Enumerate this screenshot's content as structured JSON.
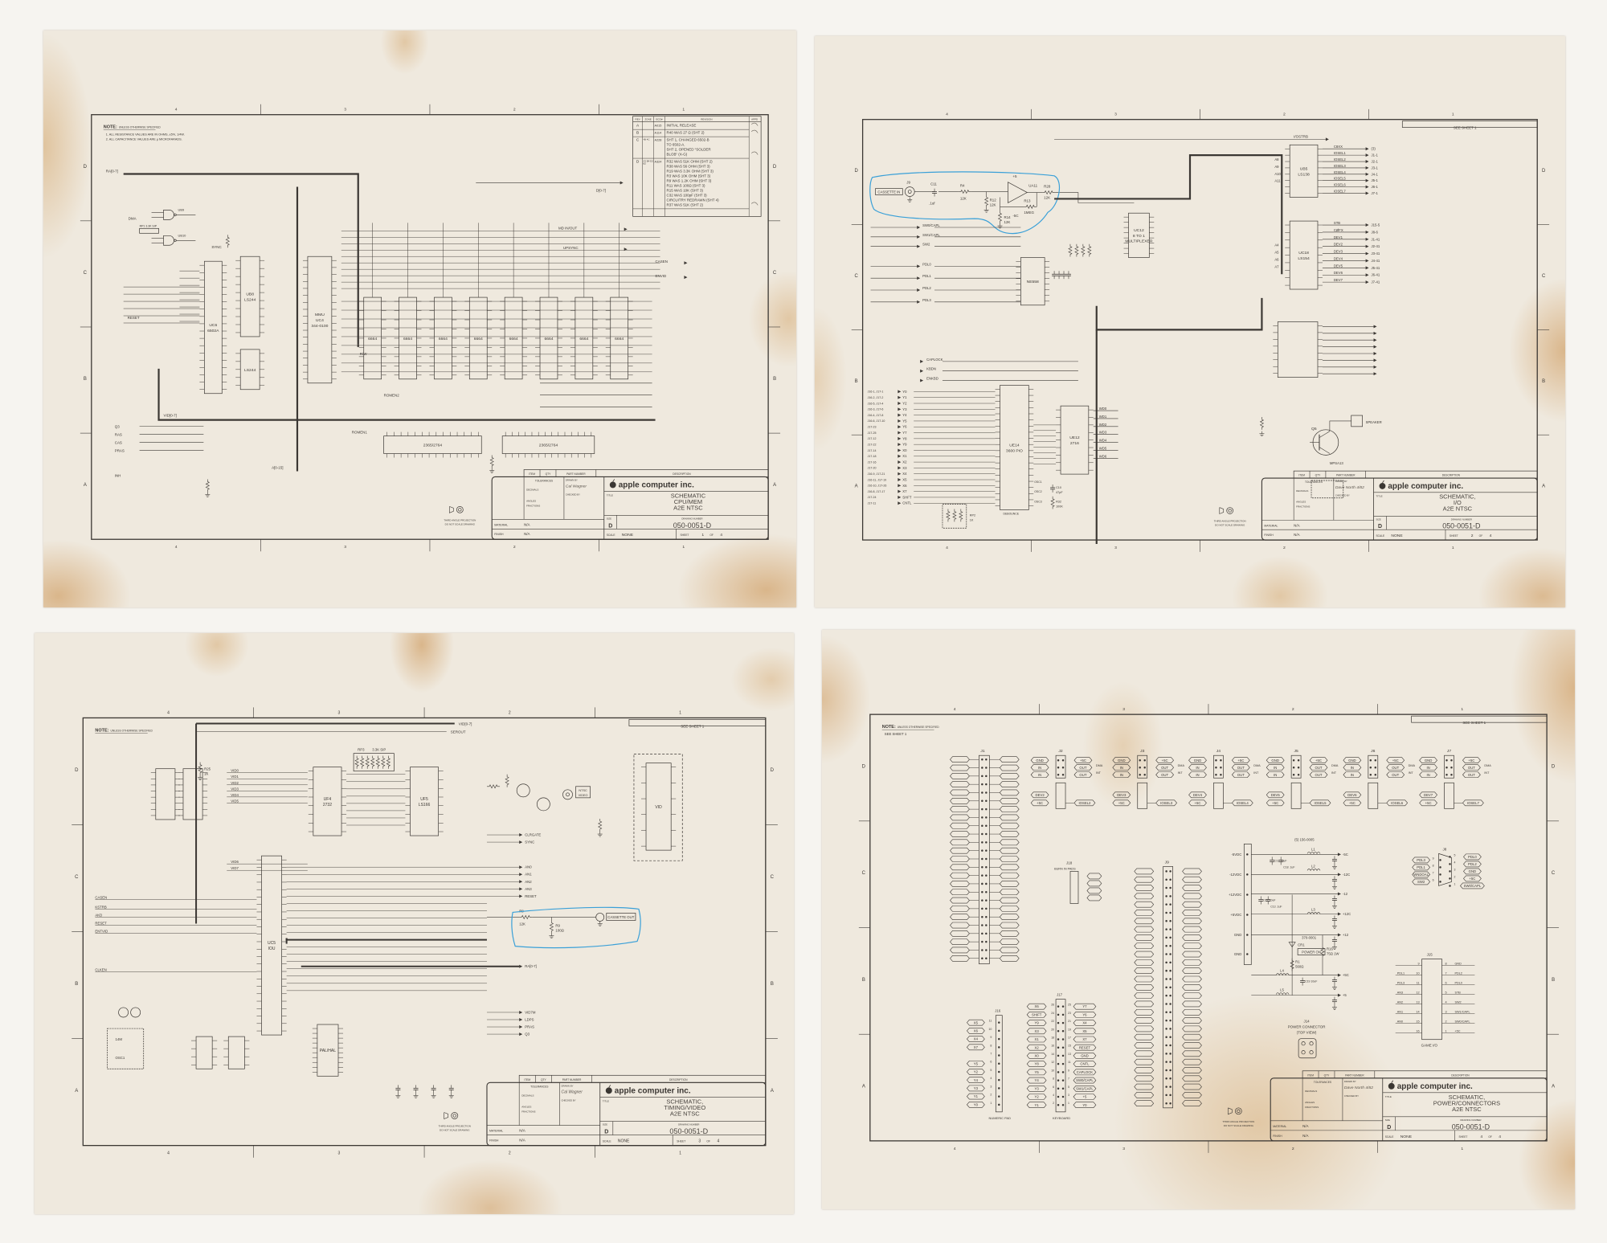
{
  "sheet_frame": {
    "zones": [
      "4",
      "3",
      "2",
      "1"
    ],
    "rows": [
      "D",
      "C",
      "B",
      "A"
    ]
  },
  "title_block": {
    "item": "ITEM",
    "qty": "QTY",
    "part_number": "PART NUMBER",
    "description": "DESCRIPTION",
    "tolerances": "TOLERANCES",
    "decimals": "DECIMALS",
    "angles": "ANGLES",
    "fractions": "FRACTIONS",
    "drawn_by": "DRAWN BY",
    "checked_by": "CHECKED BY",
    "material": "MATERIAL",
    "finish": "FINISH",
    "title": "TITLE",
    "size": "SIZE",
    "drawing_number": "DRAWING NUMBER",
    "scale": "SCALE",
    "sheet": "SHEET",
    "of": "OF",
    "company": "apple computer inc.",
    "third_angle": "THIRD ANGLE PROJECTION",
    "do_not_scale": "DO NOT SCALE DRAWING"
  },
  "sheets": [
    {
      "title_lines": [
        "SCHEMATIC",
        "CPU/MEM",
        "A2E NTSC"
      ],
      "drawing_number": "050-0051-D",
      "size": "D",
      "scale": "NONE",
      "sheet_no": "1",
      "sheet_of": "4",
      "material": "N/A",
      "finish": "N/A",
      "drawn_by": "Cal Wagner"
    },
    {
      "title_lines": [
        "SCHEMATIC,",
        "I/O",
        "A2E NTSC"
      ],
      "drawing_number": "050-0051-D",
      "size": "D",
      "scale": "NONE",
      "sheet_no": "2",
      "sheet_of": "4",
      "material": "N/A",
      "finish": "N/A",
      "drawn_by": "Dave North 4/82"
    },
    {
      "title_lines": [
        "SCHEMATIC,",
        "TIMING/VIDEO",
        "A2E NTSC"
      ],
      "drawing_number": "050-0051-D",
      "size": "D",
      "scale": "NONE",
      "sheet_no": "3",
      "sheet_of": "4",
      "material": "N/A",
      "finish": "N/A",
      "drawn_by": "Cal Wagner"
    },
    {
      "title_lines": [
        "SCHEMATIC,",
        "POWER/CONNECTORS",
        "A2E NTSC"
      ],
      "drawing_number": "050-0051-D",
      "size": "D",
      "scale": "NONE",
      "sheet_no": "4",
      "sheet_of": "4",
      "material": "N/A",
      "finish": "N/A",
      "drawn_by": "Dave North 4/82"
    }
  ],
  "notes": {
    "heading": "NOTE:",
    "qualifier": "UNLESS OTHERWISE SPECIFIED",
    "see_sheet": "SEE SHEET 1"
  },
  "sheet1": {
    "notes": [
      "1.  ALL RESISTANCE VALUES ARE IN OHMS, ±5%, 1/4W.",
      "2.  ALL CAPACITANCE VALUES ARE µ MICROFARADS."
    ],
    "revision_headers": [
      "REV",
      "ZONE",
      "ECO#",
      "REVISION",
      "APPD"
    ],
    "revisions": [
      {
        "rev": "A",
        "zone": "",
        "eco": "A015",
        "lines": [
          "INITIAL RELEASE"
        ]
      },
      {
        "rev": "B",
        "zone": "",
        "eco": "A114",
        "lines": [
          "R40 WAS 27 Ω (SHT 2)"
        ]
      },
      {
        "rev": "C",
        "zone": "4B 4C",
        "eco": "A228",
        "lines": [
          "SHT 1, CHANGED 6502-B",
          "TO 6502-A.",
          "SHT 2, OPENED \"SOLDER",
          "BLOB\" (X-G)"
        ]
      },
      {
        "rev": "D",
        "zone": "A3 B4 D2 B2",
        "eco": "A324",
        "lines": [
          "R32 WAS 51K OHM (SHT 2)",
          "R38 WAS 56 OHM (SHT 3)",
          "R19 WAS 3.3K OHM (SHT 3)",
          "R3 WAS 10K OHM (SHT 3)",
          "R9 WAS 1.2K OHM (SHT 3)",
          "R11 WAS 100Ω (SHT 3)",
          "R15 WAS 10K (SHT 3)",
          "C32 WAS 100pF (SHT 3)",
          "CIRCUITRY REDRAWN (SHT 4)",
          "R37 WAS 51K (SHT 2)"
        ]
      }
    ],
    "chips": {
      "cpu": [
        "UC6",
        "6502A"
      ],
      "buf1": [
        "UB8",
        "LS244"
      ],
      "buf2": [
        "LS244"
      ],
      "mmu": [
        "MMU",
        "UC4",
        "344-0100"
      ],
      "ram": "6664",
      "rom": "2365/2764",
      "gate1": "UB9",
      "gate2": "UB10",
      "rp": "RP1 3.3K SIP"
    },
    "signals": [
      "RA[0-7]",
      "D[0-7]",
      "MD IN/OUT",
      "UPSYNC",
      "CASEN",
      "ENVID",
      "ROMEN1",
      "ROMEN2",
      "VID[0-7]",
      "A[0-15]",
      "RAS",
      "CAS",
      "PRAS",
      "Q3",
      "INH",
      "DMA",
      "RESET",
      "SYNC",
      "R/W"
    ]
  },
  "sheet2": {
    "cassette_in": {
      "label": "CASSETTE IN",
      "jack": "J9",
      "parts": [
        "C11",
        ".1uf",
        "R4",
        "12K",
        "R12",
        "12K",
        "UA11",
        "R14",
        "12K",
        "R13",
        "1MEG",
        "R28",
        "12K"
      ],
      "plus": "+5",
      "minus": "-5C"
    },
    "inputs": [
      "SW0/CAPL",
      "SW1/CAPL",
      "SW2",
      "PDL0",
      "PDL1",
      "PDL2",
      "PDL3"
    ],
    "iostrb": "I/OSTRB",
    "ub5": {
      "ref": "UB5",
      "type": "LS138",
      "inputs": [
        "A8",
        "A9",
        "A10",
        "A11"
      ],
      "outputs": [
        "C8XX",
        "IOSEL1",
        "IOSEL2",
        "IOSEL3",
        "IOSEL4",
        "IOSEL5",
        "IOSEL6",
        "IOSEL7"
      ],
      "dest": [
        "(3)",
        "J1-1",
        "J2-1",
        "J3-1",
        "J4-1",
        "J5-1",
        "J6-1",
        "J7-1"
      ]
    },
    "uc18": {
      "ref": "UC18",
      "type": "LS154",
      "inputs": [
        "A4",
        "A5",
        "A6",
        "A7"
      ],
      "outputs": [
        "STB",
        "CØFX",
        "DEV1",
        "DEV2",
        "DEV3",
        "DEV4",
        "DEV5",
        "DEV6",
        "DEV7"
      ],
      "dest": [
        "J15-5",
        "J8-6",
        "J1-41",
        "J2-41",
        "J3-41",
        "J4-41",
        "J5-41",
        "J6-41",
        "J7-41"
      ]
    },
    "mux": [
      "UC12",
      "8 TO 1",
      "MULTIPLEXER"
    ],
    "timer": [
      "NE558"
    ],
    "pio": [
      "UE14",
      "3600 PIO"
    ],
    "rom": [
      "UE12",
      "2716"
    ],
    "kb_control": [
      "CAPLOCK",
      "KBDN",
      "ENKBD"
    ],
    "kb_lines": [
      "Y0",
      "Y1",
      "Y2",
      "Y3",
      "Y4",
      "Y5",
      "Y6",
      "Y7",
      "Y8",
      "Y9",
      "X0",
      "X1",
      "X2",
      "X3",
      "X4",
      "X5",
      "X6",
      "X7",
      "SHFT",
      "CNTL"
    ],
    "kb_refs": [
      "J16-1, J17-1",
      "J16-2, J17-2",
      "J16-5, J17-4",
      "J16-3, J17-6",
      "J16-4, J17-8",
      "J16-6, J17-10",
      "J17-23",
      "J17-25",
      "J17-12",
      "J17-22",
      "J17-14",
      "J17-18",
      "J17-16",
      "J17-20",
      "J16-9, J17-21",
      "J16-11, J17-19",
      "J16-10, J17-26",
      "J16-8, J17-17",
      "J17-24",
      "J17-11"
    ],
    "wd": [
      "WD0",
      "WD1",
      "WD2",
      "WD3",
      "WD4",
      "WD5",
      "WD6"
    ],
    "osc": [
      "OSC1",
      "OSC2",
      "OSC3",
      "DEBOUNCE",
      "C10",
      "47pF",
      "R32",
      "100K",
      "RP2",
      "1K"
    ],
    "speaker": [
      "Q5",
      "MPSA13",
      "SPEAKER"
    ]
  },
  "sheet3": {
    "top_signals": [
      "VID[0-7]",
      "SEROUT"
    ],
    "vid_inputs": [
      "VID0",
      "VID1",
      "VID2",
      "VID3",
      "VID4",
      "VID5",
      "VID6",
      "VID7"
    ],
    "rom": [
      "UF4",
      "2732"
    ],
    "sip": [
      "RP3",
      "3.3K SIP"
    ],
    "shift": [
      "UF5",
      "LS166"
    ],
    "iou": [
      "UC5",
      "IOU"
    ],
    "vid": [
      "VID"
    ],
    "pal": [
      "PAL/HAL"
    ],
    "r25": [
      "R25",
      "1K"
    ],
    "ntsc": [
      "NTSC",
      "VIDEO"
    ],
    "left_signals": [
      "CASEN",
      "KSTRB",
      "AKD",
      "RESET",
      "ENTVID",
      "CLKEN"
    ],
    "right_signals": [
      "CLRGATE",
      "SYNC",
      "AN0",
      "AN1",
      "AN2",
      "AN3",
      "RESET",
      "RA[0-7]",
      "VID7M",
      "LDPS",
      "PRAS",
      "Q3"
    ],
    "osc": [
      "OSC1",
      "14M"
    ],
    "cassette_out": {
      "label": "CASSETTE OUT",
      "parts": [
        "R8",
        "12K",
        "R9",
        "100Ω"
      ]
    }
  },
  "sheet4": {
    "j1": "J1",
    "slots": [
      {
        "name": "J2",
        "sel": "IOSEL2",
        "dev": "DEV2"
      },
      {
        "name": "J3",
        "sel": "IOSEL3",
        "dev": "DEV3"
      },
      {
        "name": "J4",
        "sel": "IOSEL4",
        "dev": "DEV4"
      },
      {
        "name": "J5",
        "sel": "IOSEL5",
        "dev": "DEV5"
      },
      {
        "name": "J6",
        "sel": "IOSEL6",
        "dev": "DEV6"
      },
      {
        "name": "J7",
        "sel": "IOSEL7",
        "dev": "DEV7"
      }
    ],
    "slot_pins": {
      "left": [
        "GND",
        "IN",
        "IN"
      ],
      "right": [
        "+5C",
        "OUT",
        "OUT"
      ],
      "dma": "DMA",
      "int": "INT",
      "plus": "+5C"
    },
    "j9": "J9",
    "j18": [
      "J18",
      "BURN IN PADS"
    ],
    "power": {
      "ref": "(5) 156-0005",
      "inputs": [
        "-5VDC",
        "-12VDC",
        "+12VDC",
        "+5VDC",
        "GND",
        "GND"
      ],
      "outputs": [
        "-5C",
        "-12C",
        "-12",
        "+12C",
        "+12",
        "+5C",
        "+5"
      ],
      "inductors": [
        "L1",
        "L2",
        "L3",
        "L4",
        "L5"
      ],
      "led": [
        "CR1",
        "370-0001",
        "POWER ON"
      ],
      "resistors": [
        "R16",
        "75Ω 1W",
        "R1",
        "560Ω"
      ],
      "caps": [
        "C17 10uF",
        "C18 .1uF",
        "C12 10uF",
        "C13 .1uF",
        "C19 10uF"
      ],
      "caption": [
        "J14",
        "POWER CONNECTOR",
        "(TOP VIEW)"
      ]
    },
    "j8": {
      "name": "J8",
      "left": [
        "PDL3",
        "PDL1",
        "WNDOAL",
        "SW2"
      ],
      "left_pins": [
        "9",
        "8",
        "7",
        "6"
      ],
      "right": [
        "PDL0",
        "PDL2",
        "GND",
        "+5C",
        "SW0/CAPL"
      ],
      "right_pins": [
        "5",
        "4",
        "3",
        "2",
        "1"
      ]
    },
    "j15": {
      "name": "J15",
      "caption": "GAME I/O",
      "left": [
        "",
        "PDL1",
        "PDL3",
        "AN3",
        "AN2",
        "AN1",
        "AN0",
        ""
      ],
      "left_pins": [
        "9",
        "10",
        "11",
        "12",
        "13",
        "14",
        "15",
        "16"
      ],
      "right": [
        "GND",
        "PDL2",
        "PDL0",
        "STB",
        "SW2",
        "SW1/CAPL",
        "SW0/CAPL",
        "+5C"
      ],
      "right_pins": [
        "8",
        "7",
        "6",
        "5",
        "4",
        "3",
        "2",
        "1"
      ]
    },
    "j16": {
      "name": "J16",
      "caption": "NUMERIC PAD",
      "labels": [
        "X5",
        "X6",
        "X4",
        "X7",
        "",
        "Y5",
        "Y2",
        "Y4",
        "Y3",
        "Y1",
        "Y0"
      ],
      "pins": [
        "11",
        "10",
        "9",
        "8",
        "7",
        "6",
        "5",
        "4",
        "3",
        "2",
        "1"
      ]
    },
    "j17": {
      "name": "J17",
      "caption": "KEYBOARD",
      "left": [
        "X6",
        "SHIFT",
        "Y9",
        "X3",
        "X1",
        "X2",
        "X0",
        "Y8",
        "Y5",
        "Y4",
        "Y3",
        "Y2",
        "Y1"
      ],
      "left_pins": [
        "26",
        "24",
        "22",
        "20",
        "18",
        "16",
        "14",
        "12",
        "10",
        "8",
        "6",
        "4",
        "2"
      ],
      "right": [
        "Y7",
        "Y6",
        "X4",
        "X5",
        "X7",
        "RESET",
        "GND",
        "CNTL",
        "CAPLOCK",
        "SW0/CAPL",
        "SW1/CAPL",
        "+5",
        "Y0"
      ],
      "right_pins": [
        "25",
        "23",
        "21",
        "19",
        "17",
        "15",
        "13",
        "11",
        "9",
        "7",
        "5",
        "3",
        "1"
      ]
    }
  }
}
